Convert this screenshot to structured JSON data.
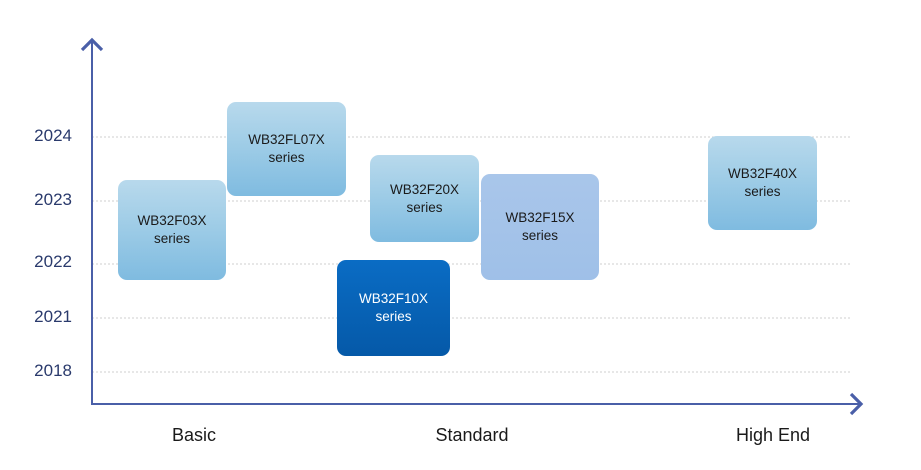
{
  "y_axis": {
    "ticks": [
      "2024",
      "2023",
      "2022",
      "2021",
      "2018"
    ]
  },
  "x_axis": {
    "categories": [
      "Basic",
      "Standard",
      "High End"
    ]
  },
  "series_boxes": [
    {
      "line1": "WB32FL07X",
      "line2": "series",
      "style": "light"
    },
    {
      "line1": "WB32F03X",
      "line2": "series",
      "style": "light"
    },
    {
      "line1": "WB32F20X",
      "line2": "series",
      "style": "light"
    },
    {
      "line1": "WB32F15X",
      "line2": "series",
      "style": "periwinkle"
    },
    {
      "line1": "WB32F10X",
      "line2": "series",
      "style": "dark"
    },
    {
      "line1": "WB32F40X",
      "line2": "series",
      "style": "light"
    }
  ],
  "colors": {
    "axis": "#4a5fa8",
    "grid": "#cfcfcf",
    "box_light": "#9ccbe6",
    "box_periwinkle": "#a3c2e9",
    "box_dark": "#0764b8"
  }
}
